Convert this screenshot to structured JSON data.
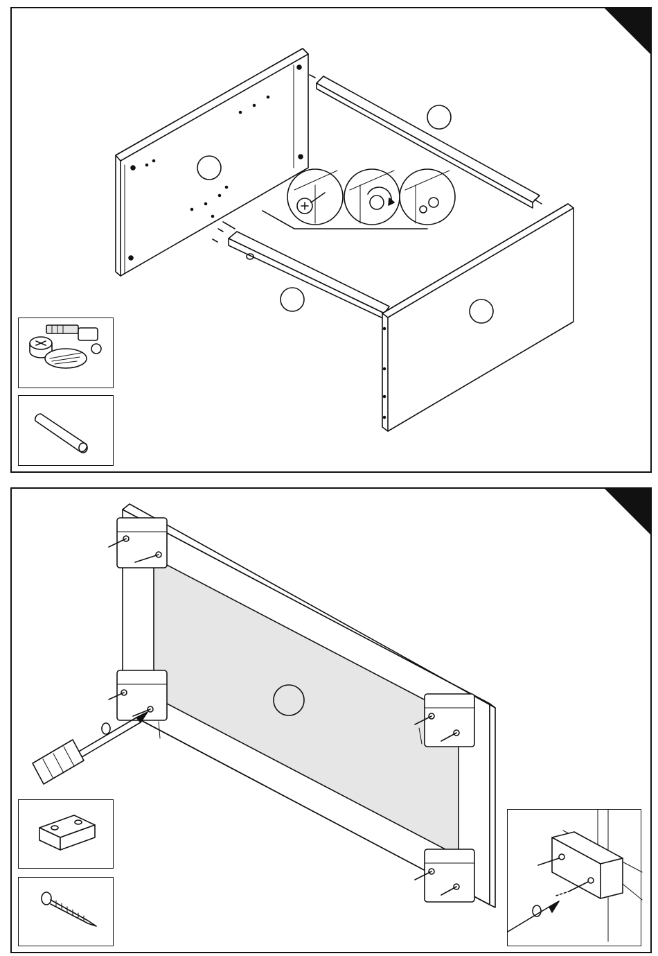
{
  "steps": [
    {
      "id": "step-1",
      "description_parts": [
        "side-panel-left",
        "top-rail-back",
        "bottom-rail-front",
        "side-panel-right"
      ],
      "callouts": [
        "",
        "",
        "",
        ""
      ],
      "hardware": [
        "cam-lock-and-bolt",
        "wooden-dowel"
      ]
    },
    {
      "id": "step-2",
      "description_parts": [
        "frame-panel",
        "corner-block-x4",
        "screwdriver"
      ],
      "callouts": [
        ""
      ],
      "hardware": [
        "corner-block",
        "wood-screw"
      ]
    }
  ]
}
